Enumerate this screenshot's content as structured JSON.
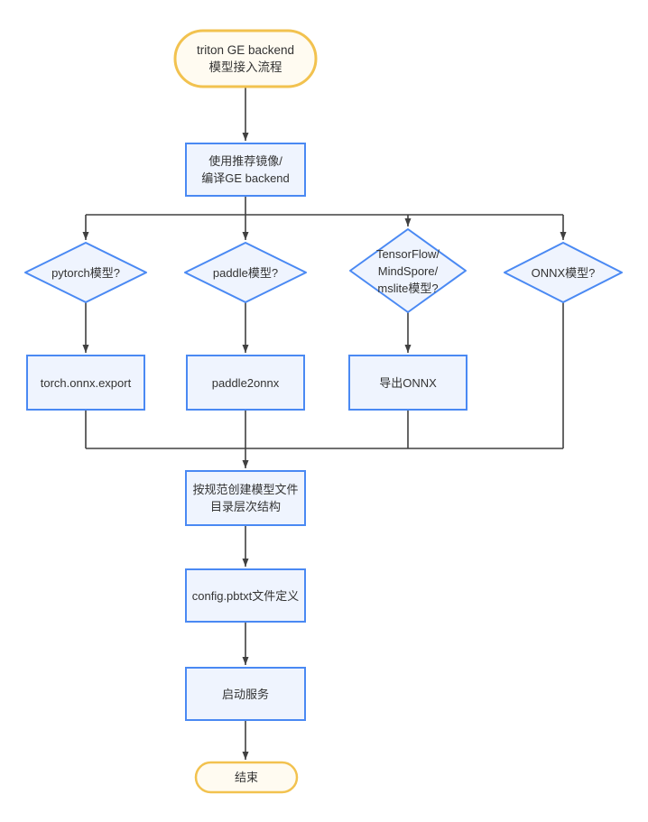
{
  "diagram": {
    "type": "flowchart",
    "title": "triton GE backend 模型接入流程",
    "colors": {
      "canvas_background": "#FFFFFF",
      "process_border": "#4A89F3",
      "process_fill": "#EFF4FE",
      "terminal_border": "#F2C24F",
      "terminal_fill": "#FFFBF1",
      "connector": "#404040",
      "text_color": "#333333"
    },
    "nodes": {
      "start": {
        "shape": "terminal",
        "lines": [
          "triton GE backend",
          "模型接入流程"
        ]
      },
      "prepare": {
        "shape": "process",
        "lines": [
          "使用推荐镜像/",
          "编译GE backend"
        ]
      },
      "q_pytorch": {
        "shape": "decision",
        "lines": [
          "pytorch模型?"
        ]
      },
      "q_paddle": {
        "shape": "decision",
        "lines": [
          "paddle模型?"
        ]
      },
      "q_tensorflow": {
        "shape": "decision",
        "lines": [
          "TensorFlow/",
          "MindSpore/",
          "mslite模型?"
        ]
      },
      "q_onnx": {
        "shape": "decision",
        "lines": [
          "ONNX模型?"
        ]
      },
      "torch_export": {
        "shape": "process",
        "lines": [
          "torch.onnx.export"
        ]
      },
      "paddle2onnx": {
        "shape": "process",
        "lines": [
          "paddle2onnx"
        ]
      },
      "export_onnx": {
        "shape": "process",
        "lines": [
          "导出ONNX"
        ]
      },
      "create_model_dirs": {
        "shape": "process",
        "lines": [
          "按规范创建模型文件",
          "目录层次结构"
        ]
      },
      "config_pbtxt": {
        "shape": "process",
        "lines": [
          "config.pbtxt文件定义"
        ]
      },
      "start_service": {
        "shape": "process",
        "lines": [
          "启动服务"
        ]
      },
      "end": {
        "shape": "terminal",
        "lines": [
          "结束"
        ]
      }
    },
    "edges": [
      {
        "from": "start",
        "to": "prepare"
      },
      {
        "from": "prepare",
        "to": "q_pytorch"
      },
      {
        "from": "prepare",
        "to": "q_paddle"
      },
      {
        "from": "prepare",
        "to": "q_tensorflow"
      },
      {
        "from": "prepare",
        "to": "q_onnx"
      },
      {
        "from": "q_pytorch",
        "to": "torch_export"
      },
      {
        "from": "q_paddle",
        "to": "paddle2onnx"
      },
      {
        "from": "q_tensorflow",
        "to": "export_onnx"
      },
      {
        "from": "torch_export",
        "to": "create_model_dirs"
      },
      {
        "from": "paddle2onnx",
        "to": "create_model_dirs"
      },
      {
        "from": "export_onnx",
        "to": "create_model_dirs"
      },
      {
        "from": "q_onnx",
        "to": "create_model_dirs"
      },
      {
        "from": "create_model_dirs",
        "to": "config_pbtxt"
      },
      {
        "from": "config_pbtxt",
        "to": "start_service"
      },
      {
        "from": "start_service",
        "to": "end"
      }
    ]
  }
}
